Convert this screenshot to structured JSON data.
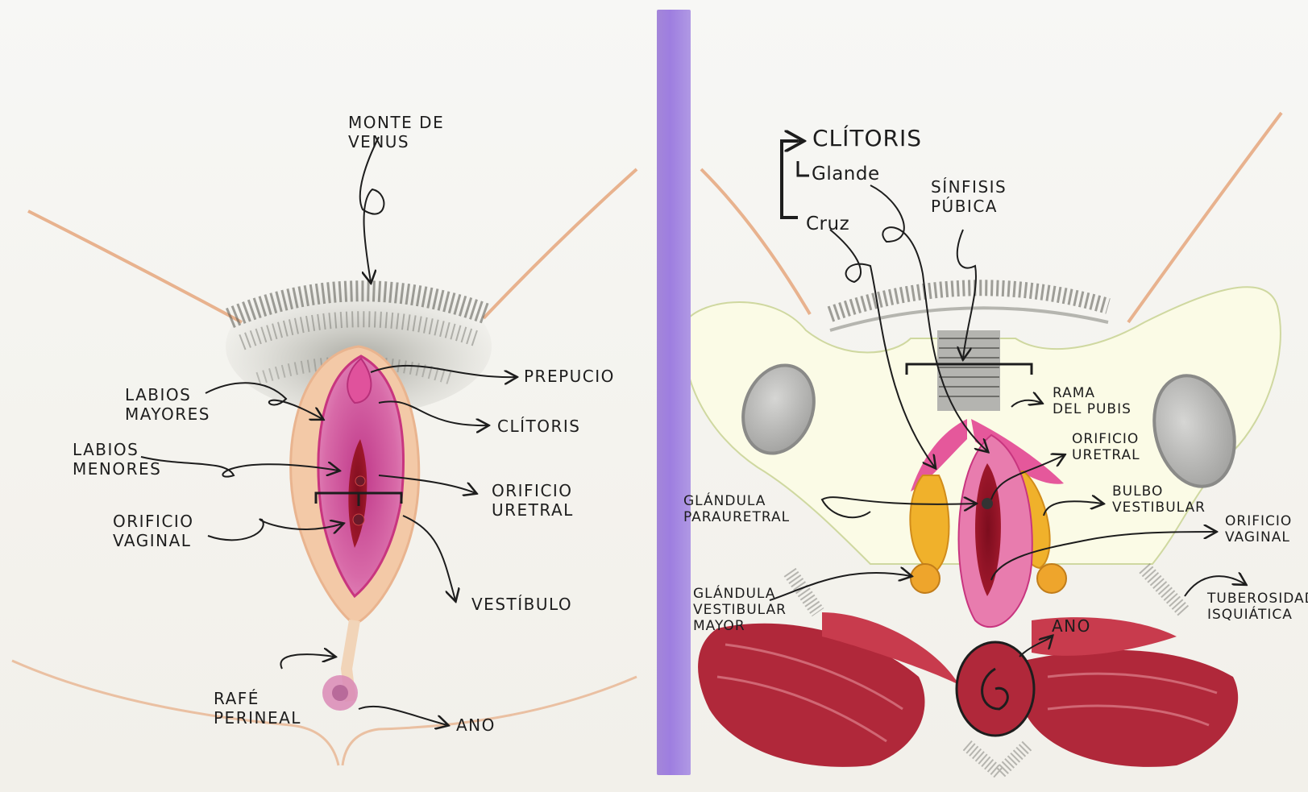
{
  "left_panel": {
    "labels": {
      "monte": "MONTE DE\nVENUS",
      "prepucio": "PREPUCIO",
      "labios_mayores": "LABIOS\nMAYORES",
      "clitoris": "CLÍTORIS",
      "labios_menores": "LABIOS\nMENORES",
      "orificio_uretral": "ORIFICIO\nURETRAL",
      "orificio_vaginal": "ORIFICIO\nVAGINAL",
      "vestibulo": "VESTÍBULO",
      "rafe": "RAFÉ\nPERINEAL",
      "ano": "ANO"
    }
  },
  "right_panel": {
    "labels": {
      "clitoris": "CLÍTORIS",
      "glande": "Glande",
      "cruz": "Cruz",
      "sinfisis": "SÍNFISIS\nPÚBICA",
      "rama": "RAMA\nDEL PUBIS",
      "orificio_uretral": "ORIFICIO\nURETRAL",
      "bulbo": "BULBO\nVESTIBULAR",
      "glandula_para": "GLÁNDULA\nPARAURETRAL",
      "orificio_vaginal": "ORIFICIO\nVAGINAL",
      "glandula_vest": "GLÁNDULA\nVESTIBULAR\nMAYOR",
      "tuberosidad": "TUBEROSIDAD\nISQUIÁTICA",
      "ano": "ANO"
    }
  },
  "colors": {
    "divider": "#a486d9",
    "skin_outline": "#e9b48f",
    "pink": "#d9529a",
    "muscle": "#b0283a",
    "bulb": "#f0b12b",
    "hair": "#6f6f68"
  }
}
